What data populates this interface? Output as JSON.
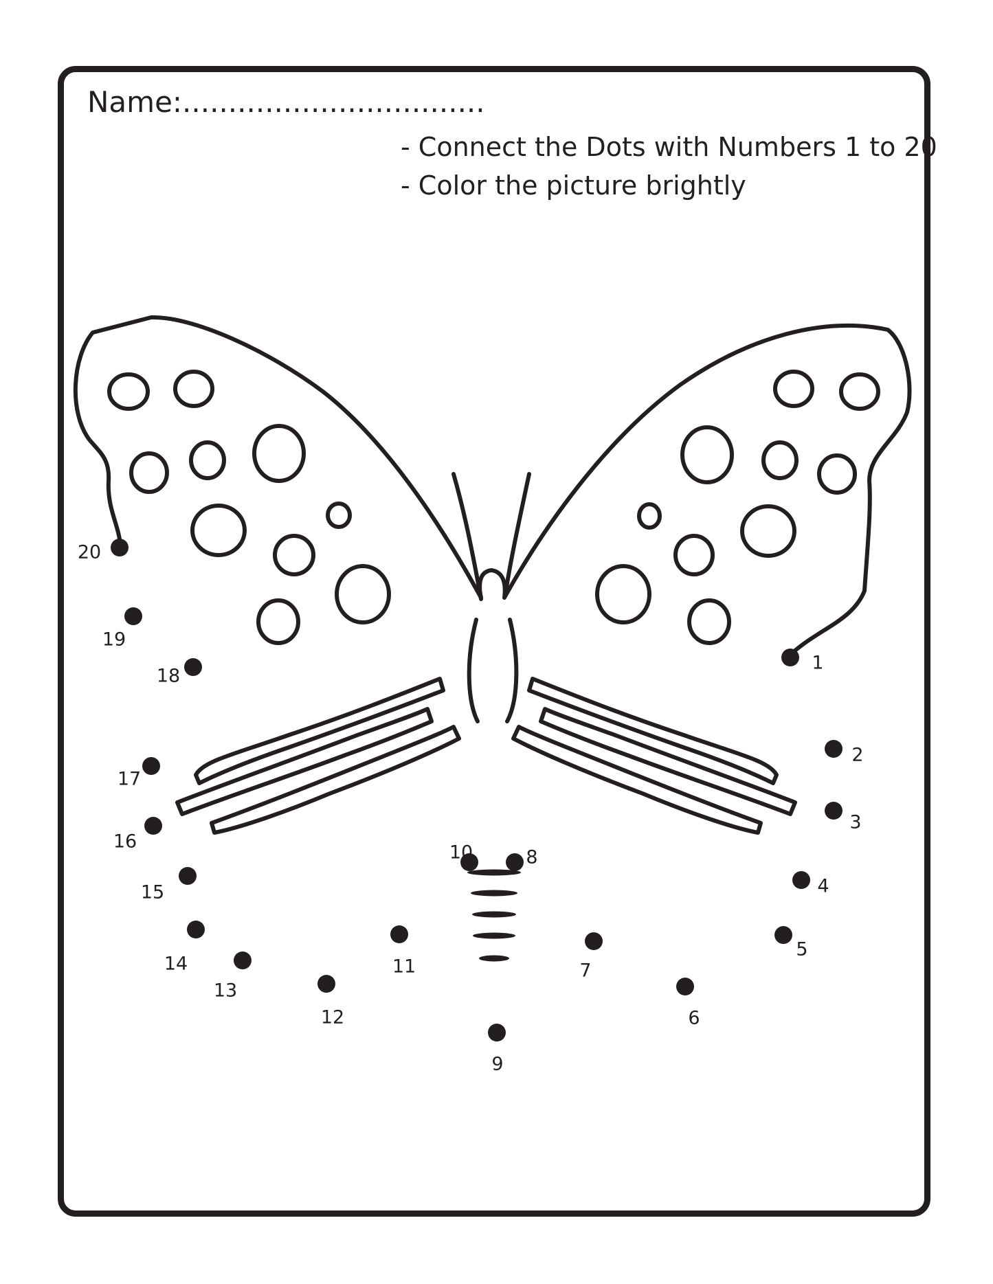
{
  "worksheet": {
    "name_label": "Name:.................................",
    "instructions": [
      "- Connect the Dots with Numbers 1 to 20",
      "- Color the picture brightly"
    ]
  },
  "dots": [
    {
      "n": "1"
    },
    {
      "n": "2"
    },
    {
      "n": "3"
    },
    {
      "n": "4"
    },
    {
      "n": "5"
    },
    {
      "n": "6"
    },
    {
      "n": "7"
    },
    {
      "n": "8"
    },
    {
      "n": "9"
    },
    {
      "n": "10"
    },
    {
      "n": "11"
    },
    {
      "n": "12"
    },
    {
      "n": "13"
    },
    {
      "n": "14"
    },
    {
      "n": "15"
    },
    {
      "n": "16"
    },
    {
      "n": "17"
    },
    {
      "n": "18"
    },
    {
      "n": "19"
    },
    {
      "n": "20"
    }
  ],
  "colors": {
    "ink": "#231f20",
    "paper": "#ffffff"
  }
}
